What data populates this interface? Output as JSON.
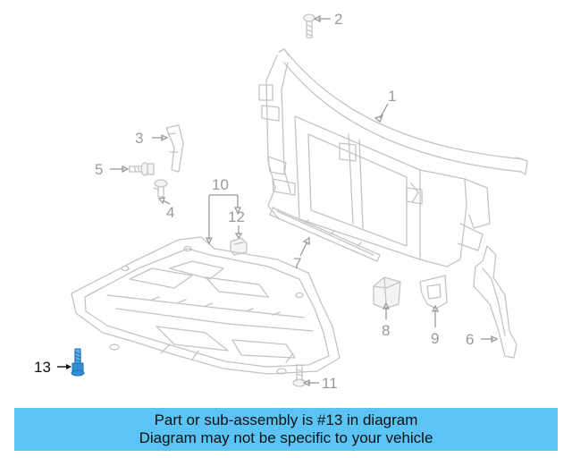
{
  "diagram": {
    "callouts": {
      "c1": "1",
      "c2": "2",
      "c3": "3",
      "c4": "4",
      "c5": "5",
      "c6": "6",
      "c7": "7",
      "c8": "8",
      "c9": "9",
      "c10": "10",
      "c11": "11",
      "c12": "12",
      "c13": "13"
    },
    "highlighted_part": "13",
    "highlight_color": "#2f8fd6",
    "line_color": "#c4c4c4"
  },
  "caption": {
    "line1": "Part or sub-assembly is #13 in diagram",
    "line2": "Diagram may not be specific to your vehicle",
    "background": "#5bc4f5"
  }
}
